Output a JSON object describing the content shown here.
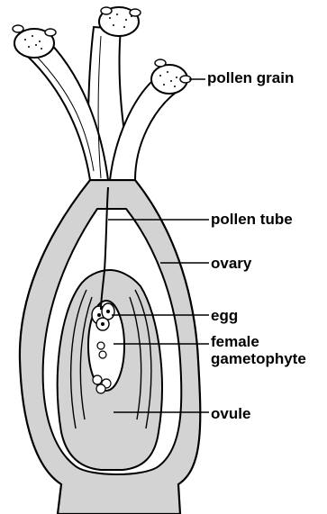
{
  "labels": {
    "pollen_grain": "pollen grain",
    "pollen_tube": "pollen tube",
    "ovary": "ovary",
    "egg": "egg",
    "female_line1": "female",
    "female_line2": "gametophyte",
    "ovule": "ovule"
  },
  "colors": {
    "tissue_fill": "#d3d3d3",
    "outline": "#000000",
    "background": "#ffffff"
  }
}
